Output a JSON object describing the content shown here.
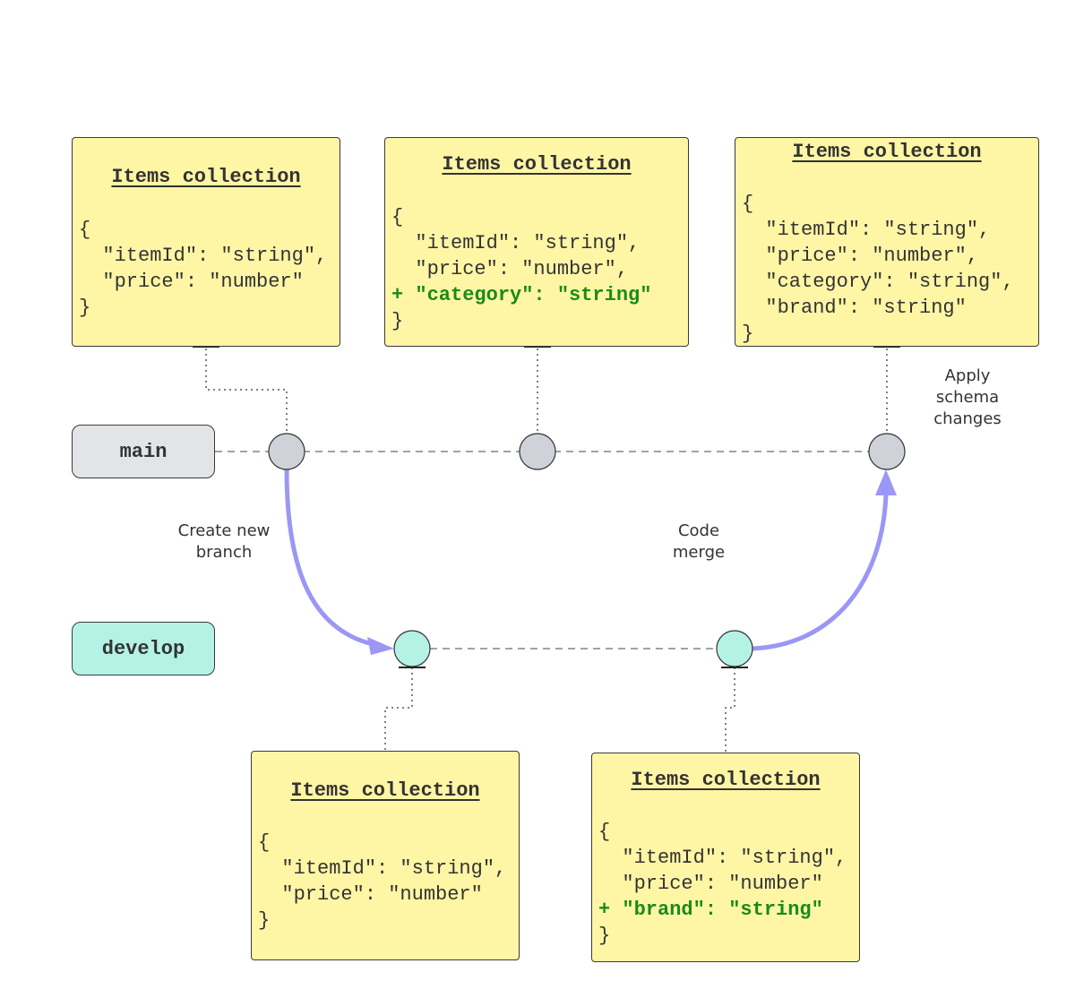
{
  "branches": {
    "main": "main",
    "develop": "develop"
  },
  "labels": {
    "create_branch": "Create new\nbranch",
    "code_merge": "Code\nmerge",
    "apply_changes": "Apply\nschema\nchanges"
  },
  "notes": {
    "main_1": {
      "title": "Items collection",
      "lines": [
        {
          "text": "{",
          "added": false
        },
        {
          "text": "  \"itemId\": \"string\",",
          "added": false
        },
        {
          "text": "  \"price\": \"number\"",
          "added": false
        },
        {
          "text": "}",
          "added": false
        }
      ]
    },
    "main_2": {
      "title": "Items collection",
      "lines": [
        {
          "text": "{",
          "added": false
        },
        {
          "text": "  \"itemId\": \"string\",",
          "added": false
        },
        {
          "text": "  \"price\": \"number\",",
          "added": false
        },
        {
          "text": "+ \"category\": \"string\"",
          "added": true
        },
        {
          "text": "}",
          "added": false
        }
      ]
    },
    "main_3": {
      "title": "Items collection",
      "lines": [
        {
          "text": "{",
          "added": false
        },
        {
          "text": "  \"itemId\": \"string\",",
          "added": false
        },
        {
          "text": "  \"price\": \"number\",",
          "added": false
        },
        {
          "text": "  \"category\": \"string\",",
          "added": false
        },
        {
          "text": "  \"brand\": \"string\"",
          "added": false
        },
        {
          "text": "}",
          "added": false
        }
      ]
    },
    "develop_1": {
      "title": "Items collection",
      "lines": [
        {
          "text": "{",
          "added": false
        },
        {
          "text": "  \"itemId\": \"string\",",
          "added": false
        },
        {
          "text": "  \"price\": \"number\"",
          "added": false
        },
        {
          "text": "}",
          "added": false
        }
      ]
    },
    "develop_2": {
      "title": "Items collection",
      "lines": [
        {
          "text": "{",
          "added": false
        },
        {
          "text": "  \"itemId\": \"string\",",
          "added": false
        },
        {
          "text": "  \"price\": \"number\"",
          "added": false
        },
        {
          "text": "+ \"brand\": \"string\"",
          "added": true
        },
        {
          "text": "}",
          "added": false
        }
      ]
    }
  },
  "colors": {
    "note_fill": "#fff6a5",
    "main_fill": "#e2e4e8",
    "develop_fill": "#b4f2e6",
    "main_node": "#cfd3d9",
    "develop_node": "#b4f2e6",
    "arrow": "#9b97f5",
    "added_text": "#1b8a1b"
  }
}
